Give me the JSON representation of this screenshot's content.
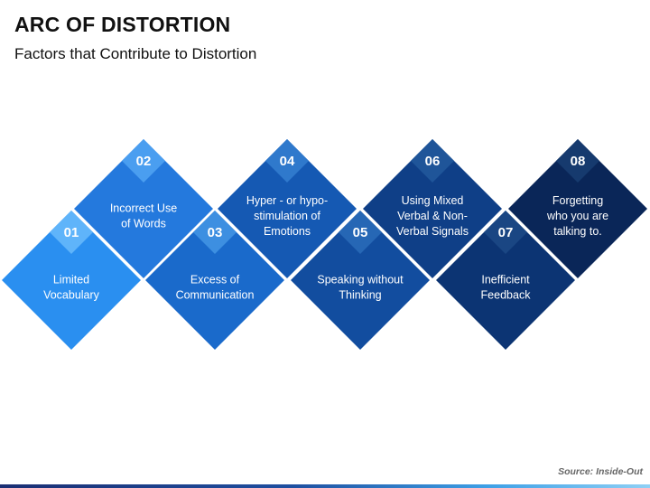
{
  "header": {
    "title": "ARC OF DISTORTION",
    "subtitle": "Factors that Contribute to Distortion"
  },
  "steps": [
    {
      "number": "01",
      "lines": [
        "Limited",
        "Vocabulary"
      ],
      "color": "#2a8ff0",
      "num_color": "#5fb4fa"
    },
    {
      "number": "02",
      "lines": [
        "Incorrect Use",
        "of Words"
      ],
      "color": "#2479dd",
      "num_color": "#4a9ef0"
    },
    {
      "number": "03",
      "lines": [
        "Excess of",
        "Communication"
      ],
      "color": "#1a6acb",
      "num_color": "#3d8fe1"
    },
    {
      "number": "04",
      "lines": [
        "Hyper - or hypo-",
        "stimulation of",
        "Emotions"
      ],
      "color": "#1559b3",
      "num_color": "#2f79cc"
    },
    {
      "number": "05",
      "lines": [
        "Speaking without",
        "Thinking"
      ],
      "color": "#124d9f",
      "num_color": "#2667b5"
    },
    {
      "number": "06",
      "lines": [
        "Using Mixed",
        "Verbal & Non-",
        "Verbal Signals"
      ],
      "color": "#0f3f87",
      "num_color": "#1f5599"
    },
    {
      "number": "07",
      "lines": [
        "Inefficient",
        "Feedback"
      ],
      "color": "#0c3473",
      "num_color": "#1a4683"
    },
    {
      "number": "08",
      "lines": [
        "Forgetting",
        "who you are",
        "talking to."
      ],
      "color": "#0a2658",
      "num_color": "#163a6e"
    }
  ],
  "footer": {
    "source": "Source: Inside-Out"
  }
}
